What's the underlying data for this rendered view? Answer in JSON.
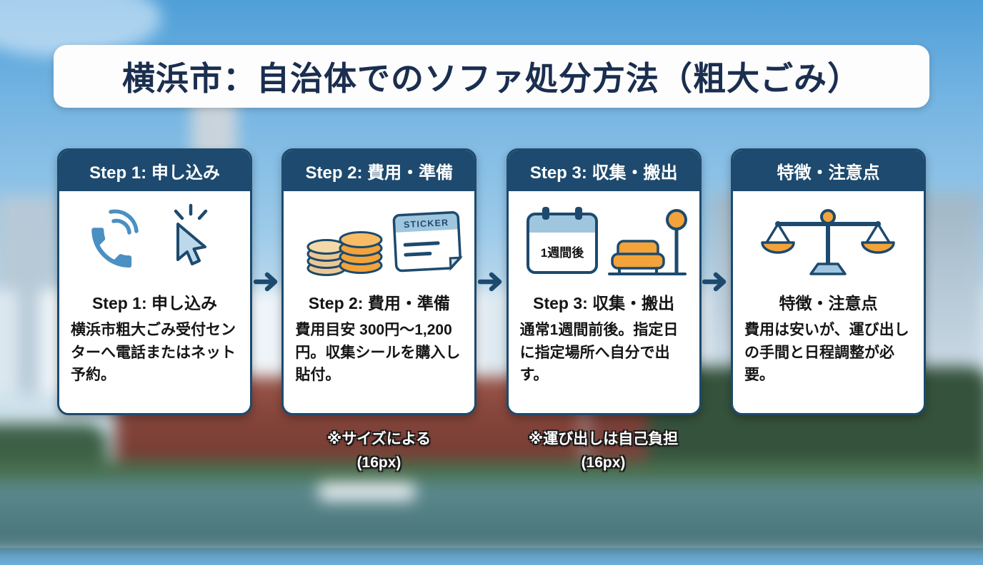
{
  "title": "横浜市：自治体でのソファ処分方法（粗大ごみ）",
  "cards": [
    {
      "header": "Step 1: 申し込み",
      "subtitle": "Step 1: 申し込み",
      "body": "横浜市粗大ごみ受付センターへ電話またはネット予約。"
    },
    {
      "header": "Step 2: 費用・準備",
      "subtitle": "Step 2: 費用・準備",
      "body": "費用目安 300円〜1,200円。収集シールを購入し貼付。"
    },
    {
      "header": "Step 3: 収集・搬出",
      "subtitle": "Step 3: 収集・搬出",
      "body": "通常1週間前後。指定日に指定場所へ自分で出す。"
    },
    {
      "header": "特徴・注意点",
      "subtitle": "特徴・注意点",
      "body": "費用は安いが、運び出しの手間と日程調整が必要。"
    }
  ],
  "footnotes": [
    {
      "line1": "※サイズによる",
      "line2": "(16px)"
    },
    {
      "line1": "※運び出しは自己負担",
      "line2": "(16px)"
    }
  ],
  "icons": {
    "sticker_label": "STICKER",
    "calendar_label": "1週間後"
  },
  "colors": {
    "navy": "#1d4a6e",
    "orange": "#f2a33a",
    "light_blue": "#9fc6de",
    "phone_blue": "#4a90c2"
  }
}
